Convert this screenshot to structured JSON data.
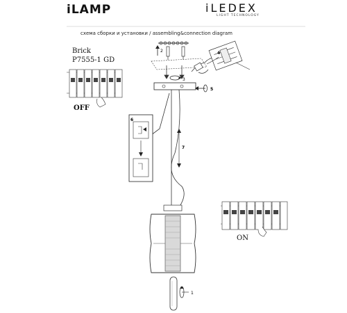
{
  "brand": {
    "left_logo": "iLAMP",
    "right_logo": "iLEDEX",
    "right_tagline": "LIGHT TECHNOLOGY"
  },
  "header": {
    "title": "схема сборки и установки / assembling&connection diagram"
  },
  "product": {
    "name": "Brick",
    "code": "P7555-1 GD"
  },
  "switch_states": {
    "off": "OFF",
    "on": "ON"
  },
  "steps": {
    "s1": "1",
    "s2": "2",
    "s3": "3",
    "s4": "4",
    "s5": "5",
    "s6": "6",
    "s7": "7"
  }
}
